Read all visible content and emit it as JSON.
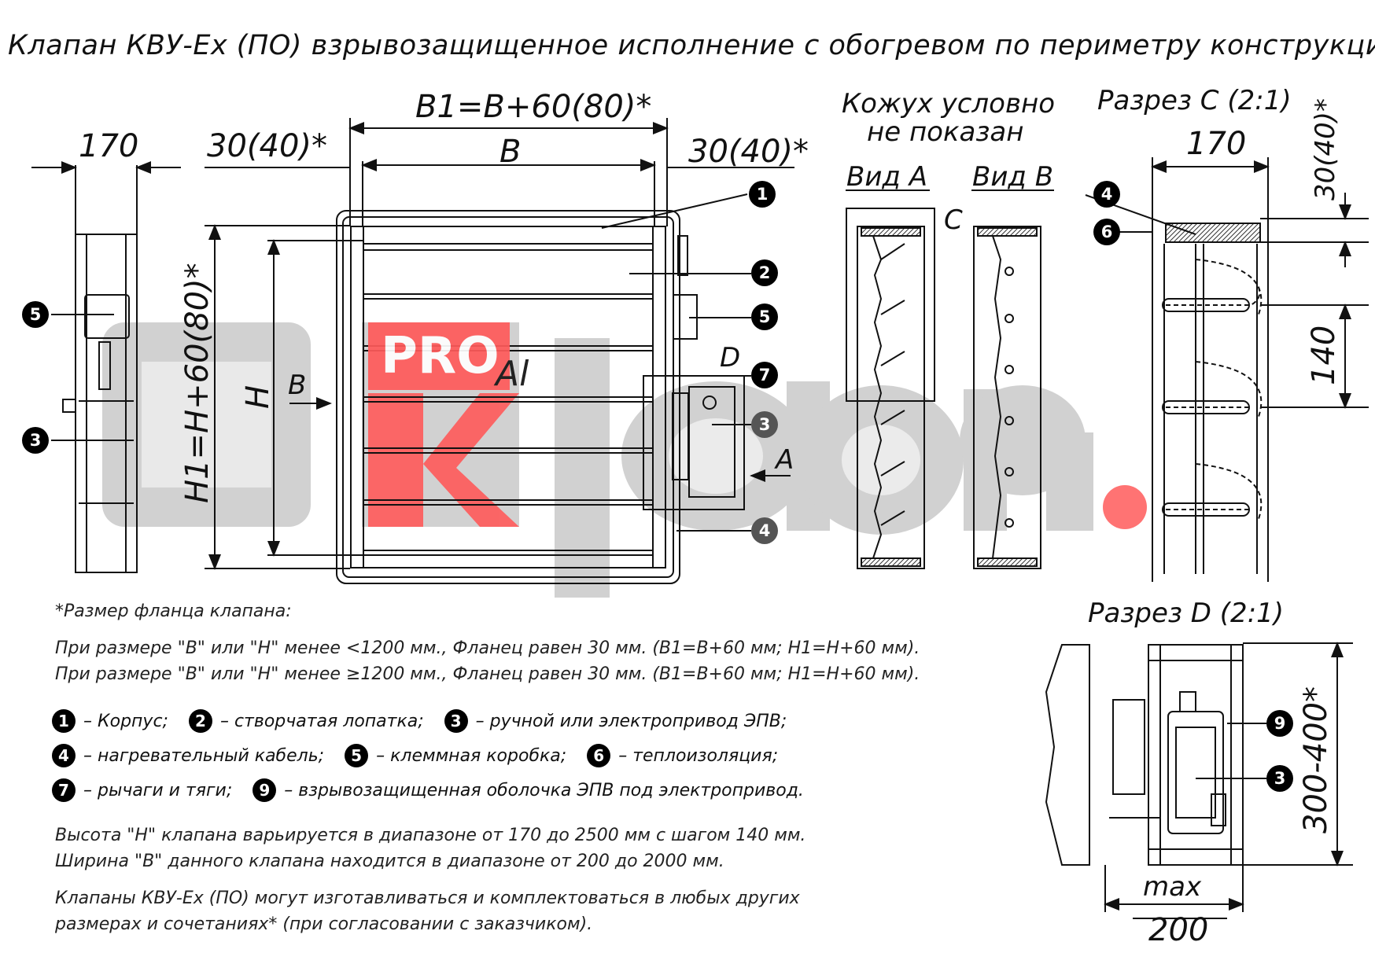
{
  "title": "Клапан КВУ-Ex (ПО) взрывозащищенное исполнение с обогревом по периметру конструкции",
  "dimensions": {
    "left_width": "170",
    "flange_left": "30(40)*",
    "b1": "B1=B+60(80)*",
    "b": "B",
    "flange_right": "30(40)*",
    "h1": "H1=H+60(80)*",
    "h": "H",
    "view_b_arrow": "B",
    "view_a_arrow": "A",
    "detail_d": "D",
    "section_c_width": "170",
    "section_c_flange": "30(40)*",
    "section_c_pitch": "140",
    "section_d_height": "300-400*",
    "section_d_max": "max",
    "section_d_200": "200"
  },
  "views": {
    "casing_note_line1": "Кожух условно",
    "casing_note_line2": "не показан",
    "view_a": "Вид А",
    "view_b": "Вид B",
    "c_mark": "C",
    "section_c": "Разрез C (2:1)",
    "section_d": "Разрез D (2:1)"
  },
  "callouts": [
    "1",
    "2",
    "3",
    "4",
    "5",
    "6",
    "7",
    "9"
  ],
  "notes": {
    "flange_title": "*Размер фланца клапана:",
    "flange_line1": "При размере \"B\" или \"H\" менее <1200 мм., Фланец равен 30 мм. (B1=B+60 мм; H1=H+60 мм).",
    "flange_line2": "При размере \"B\" или \"H\" менее ≥1200 мм., Фланец равен 30 мм. (B1=B+60 мм; H1=H+60 мм).",
    "height_range": "Высота \"H\" клапана варьируется в диапазоне от 170 до 2500 мм с шагом 140 мм.",
    "width_range": "Ширина \"B\" данного клапана находится в диапазоне от 200 до 2000 мм.",
    "custom_line1": "Клапаны КВУ-Ex (ПО) могут изготавливаться и комплектоваться в любых других",
    "custom_line2": "размерах и сочетаниях* (при согласовании с заказчиком)."
  },
  "legend": [
    {
      "num": "1",
      "text": "– Корпус;"
    },
    {
      "num": "2",
      "text": "– створчатая лопатка;"
    },
    {
      "num": "3",
      "text": "– ручной или электропривод ЭПВ;"
    },
    {
      "num": "4",
      "text": "– нагревательный кабель;"
    },
    {
      "num": "5",
      "text": "– клеммная коробка;"
    },
    {
      "num": "6",
      "text": "– теплоизоляция;"
    },
    {
      "num": "7",
      "text": "– рычаги и тяги;"
    },
    {
      "num": "9",
      "text": "– взрывозащищенная оболочка ЭПВ под электропривод."
    }
  ],
  "watermark": {
    "pro": "PRO",
    "al": "Al",
    "brand": "Klapan"
  },
  "colors": {
    "watermark_red": "#ff5a5a",
    "watermark_grey": "#c8c8c8",
    "line": "#111111"
  }
}
